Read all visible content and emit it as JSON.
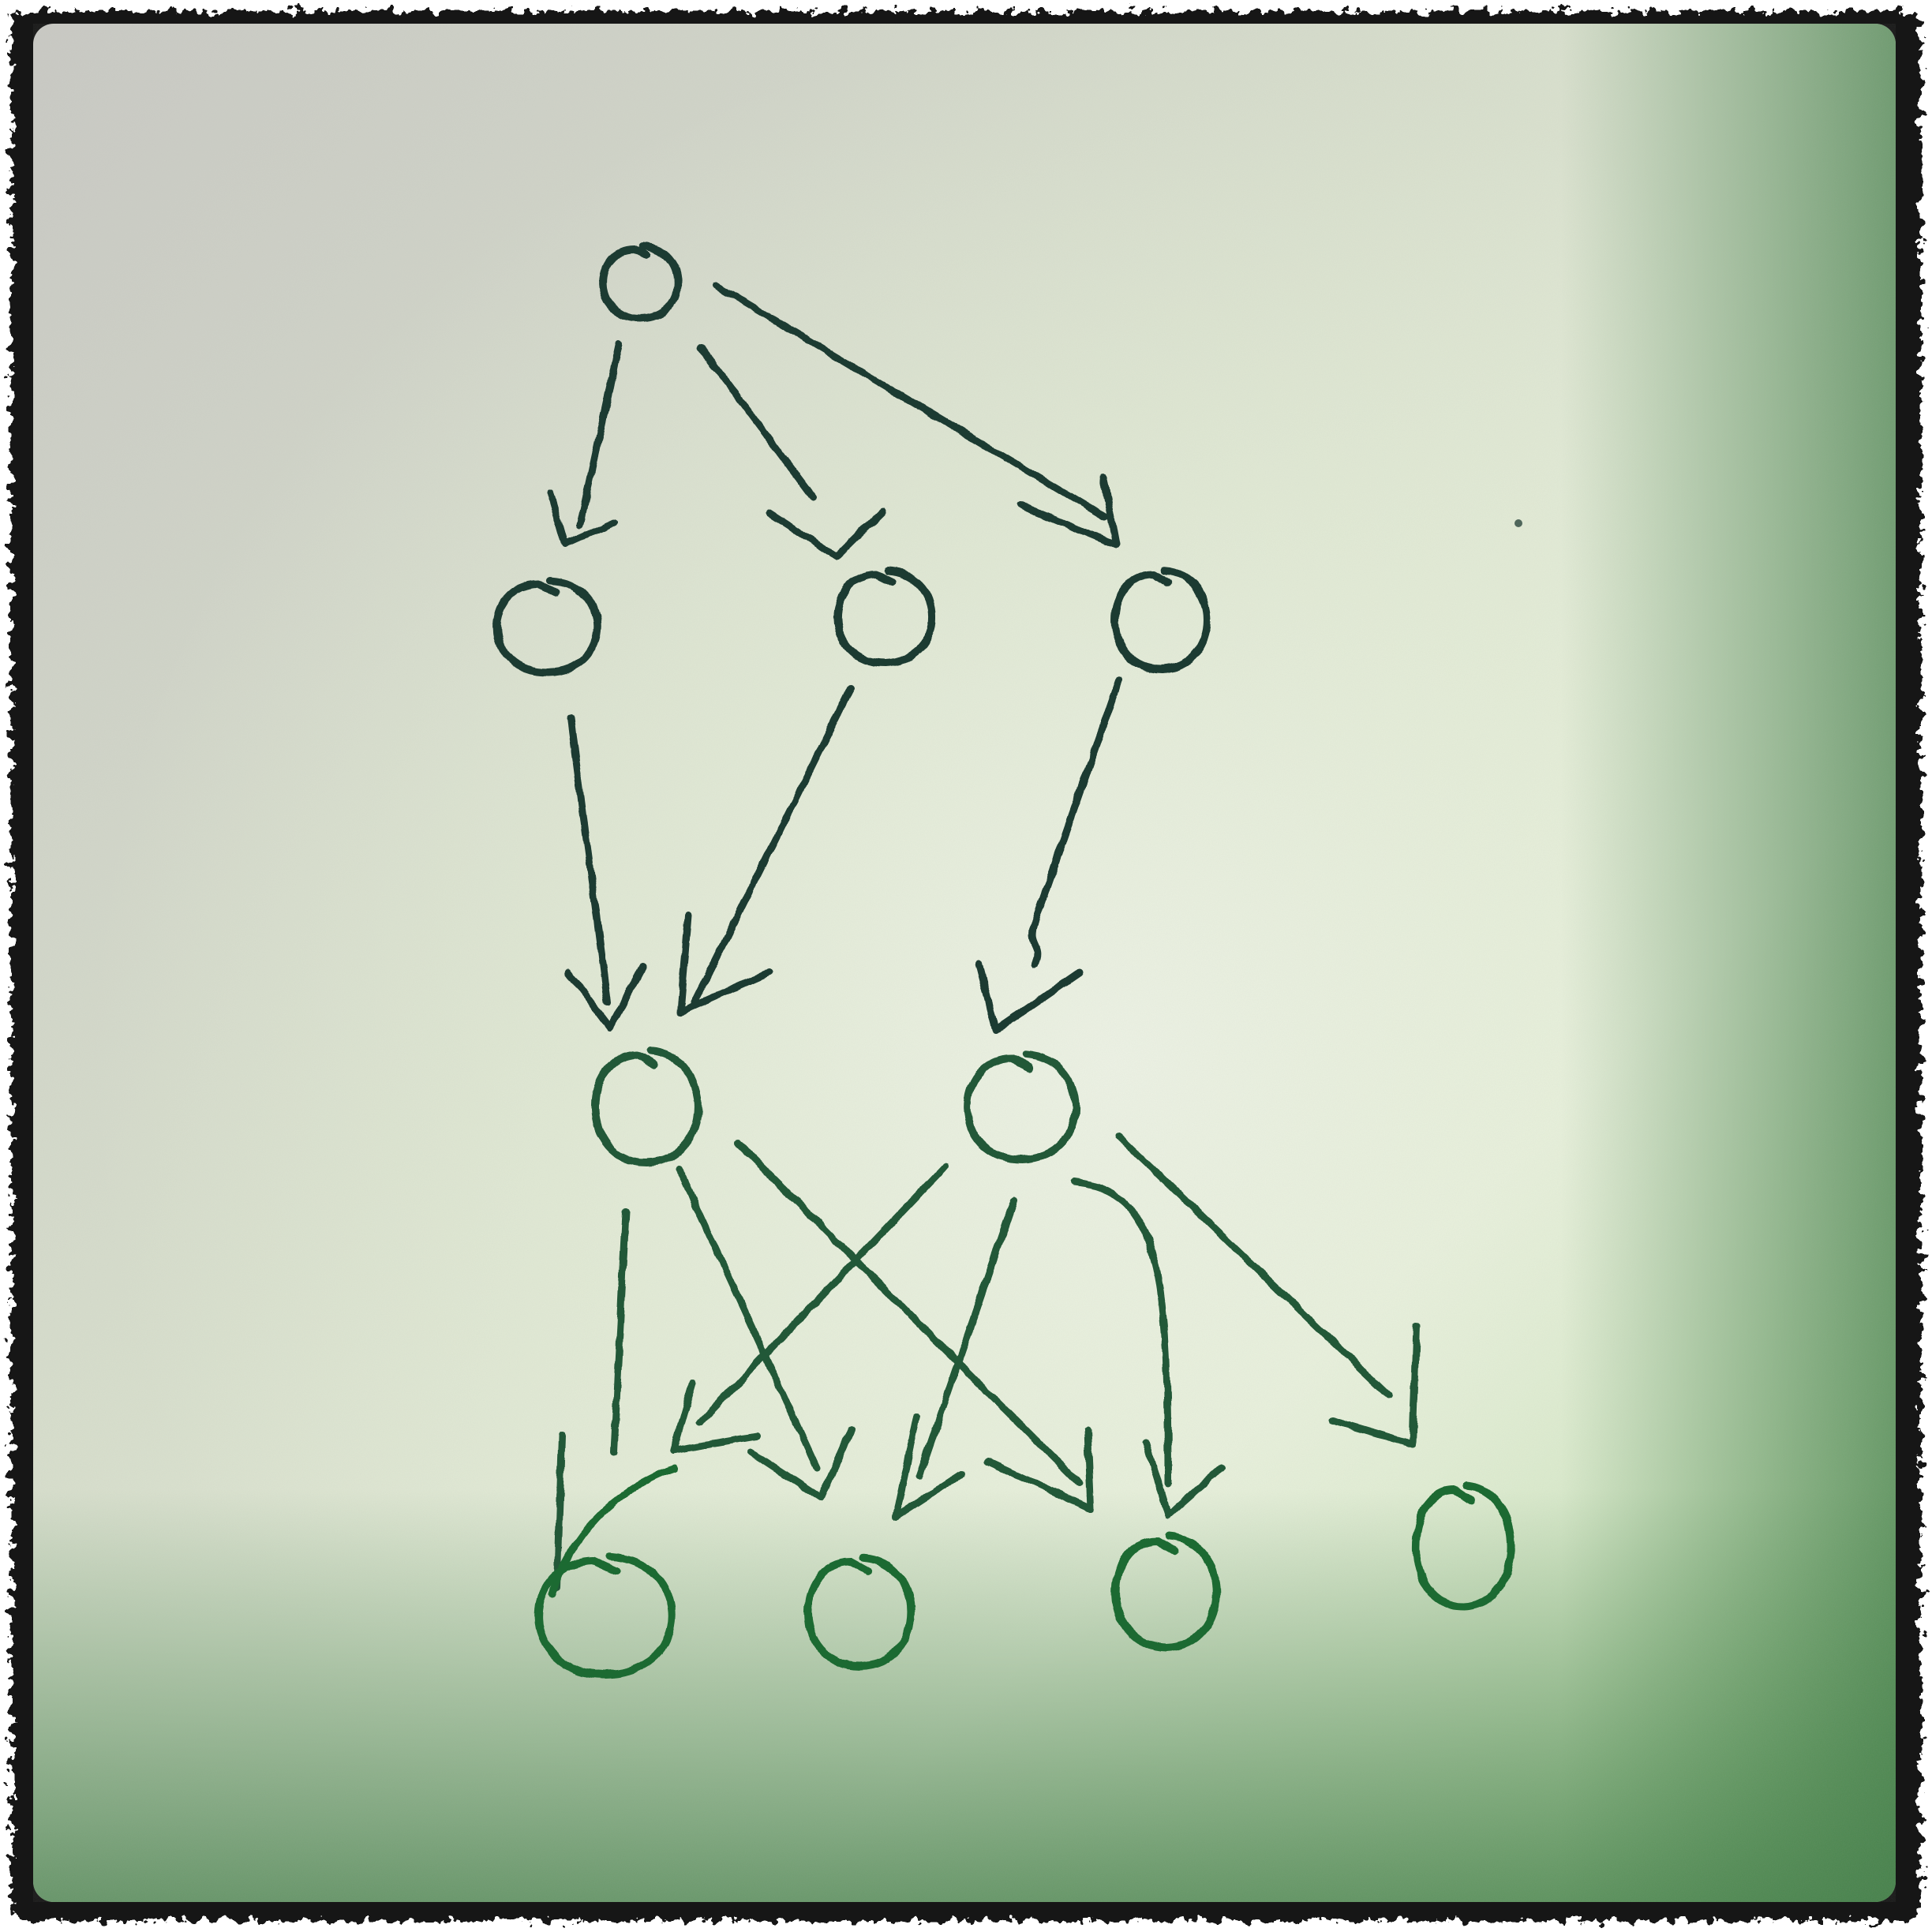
{
  "figure": {
    "kind": "hand-drawn directed graph on textured paper",
    "paper_colors": {
      "light": "#eef3e6",
      "warm_gray": "#c9c9c4",
      "green_tint": "#9ccf8a",
      "edge_shadow": "#3e7a45",
      "border": "#000000"
    },
    "ink_colors": {
      "top": "#1f3b33",
      "middle": "#245838",
      "bottom": "#1f6b32"
    }
  },
  "graph": {
    "nodes": [
      {
        "id": "n0",
        "level": 0,
        "order": 0
      },
      {
        "id": "n1",
        "level": 1,
        "order": 0
      },
      {
        "id": "n2",
        "level": 1,
        "order": 1
      },
      {
        "id": "n3",
        "level": 1,
        "order": 2
      },
      {
        "id": "n4",
        "level": 2,
        "order": 0
      },
      {
        "id": "n5",
        "level": 2,
        "order": 1
      },
      {
        "id": "n6",
        "level": 3,
        "order": 0
      },
      {
        "id": "n7",
        "level": 3,
        "order": 1
      },
      {
        "id": "n8",
        "level": 3,
        "order": 2
      },
      {
        "id": "n9",
        "level": 3,
        "order": 3
      }
    ],
    "edges": [
      {
        "from": "n0",
        "to": "n1"
      },
      {
        "from": "n0",
        "to": "n2"
      },
      {
        "from": "n0",
        "to": "n3"
      },
      {
        "from": "n1",
        "to": "n4"
      },
      {
        "from": "n2",
        "to": "n4"
      },
      {
        "from": "n3",
        "to": "n5"
      },
      {
        "from": "n4",
        "to": "n6"
      },
      {
        "from": "n4",
        "to": "n7"
      },
      {
        "from": "n4",
        "to": "n8"
      },
      {
        "from": "n5",
        "to": "n6"
      },
      {
        "from": "n5",
        "to": "n7"
      },
      {
        "from": "n5",
        "to": "n8"
      },
      {
        "from": "n5",
        "to": "n9"
      }
    ]
  }
}
